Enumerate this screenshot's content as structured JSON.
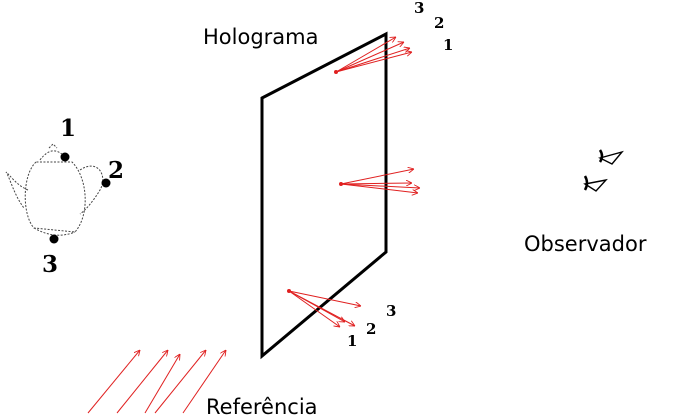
{
  "labels": {
    "hologram": "Holograma",
    "observer": "Observador",
    "reference": "Referência"
  },
  "teapot_points": [
    "1",
    "2",
    "3"
  ],
  "top_numbers": [
    "3",
    "2",
    "1"
  ],
  "bottom_numbers": [
    "1",
    "2",
    "3"
  ],
  "colors": {
    "lines": "#000000",
    "rays": "#e02020"
  },
  "icons": [
    "teapot-icon",
    "eye-icon"
  ]
}
